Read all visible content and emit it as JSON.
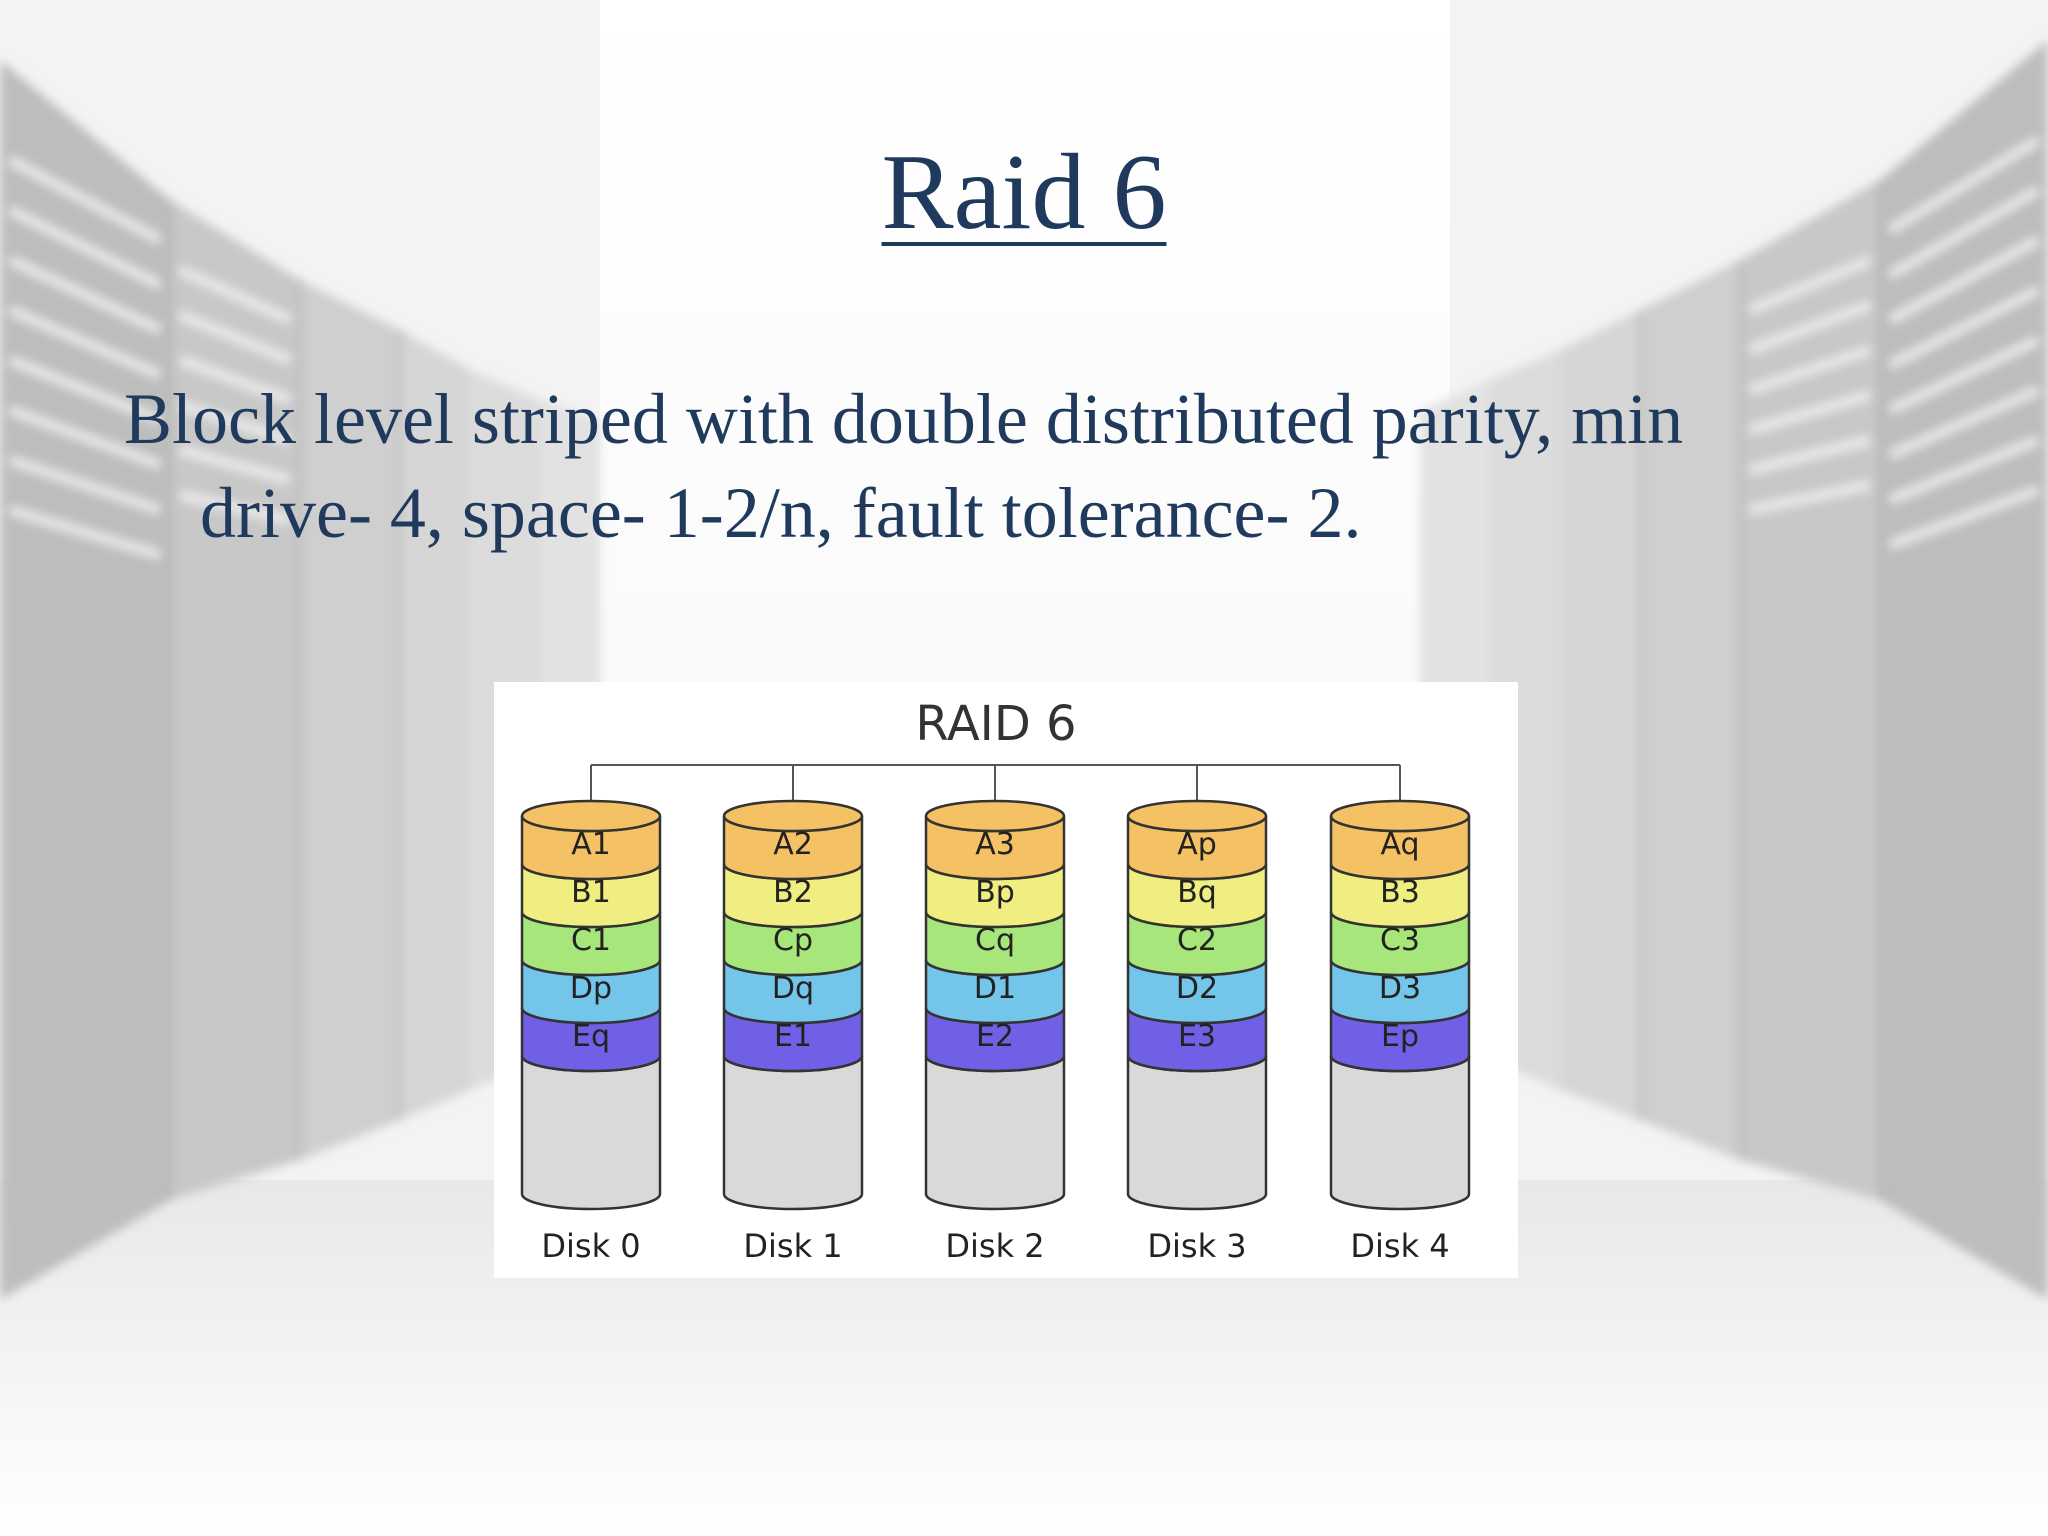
{
  "slide": {
    "title": "Raid 6",
    "body_line1": "Block level striped with double distributed parity, min",
    "body_line2": "drive- 4, space- 1-2/n, fault tolerance- 2."
  },
  "diagram": {
    "title": "RAID 6",
    "row_colors": [
      "#f5c165",
      "#f0ee80",
      "#a6e67a",
      "#73c5ea",
      "#7060e6"
    ],
    "empty_color": "#d9d9d9",
    "disks": [
      {
        "label": "Disk 0",
        "blocks": [
          "A1",
          "B1",
          "C1",
          "Dp",
          "Eq"
        ]
      },
      {
        "label": "Disk 1",
        "blocks": [
          "A2",
          "B2",
          "Cp",
          "Dq",
          "E1"
        ]
      },
      {
        "label": "Disk 2",
        "blocks": [
          "A3",
          "Bp",
          "Cq",
          "D1",
          "E2"
        ]
      },
      {
        "label": "Disk 3",
        "blocks": [
          "Ap",
          "Bq",
          "C2",
          "D2",
          "E3"
        ]
      },
      {
        "label": "Disk 4",
        "blocks": [
          "Aq",
          "B3",
          "C3",
          "D3",
          "Ep"
        ]
      }
    ]
  }
}
